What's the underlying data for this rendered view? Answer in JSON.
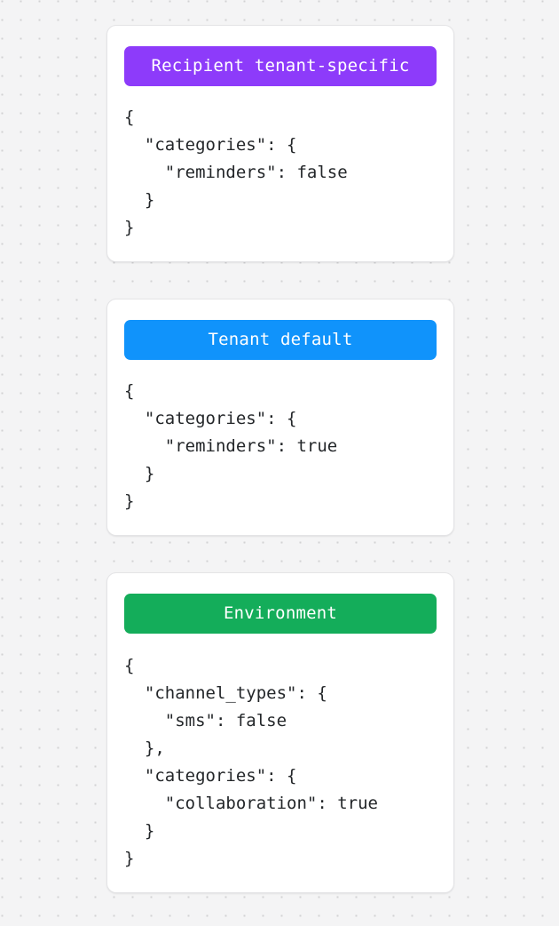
{
  "page": {
    "background_color": "#f4f4f5",
    "dot_color": "#d2d2d4",
    "card_background": "#ffffff",
    "text_color": "#232629"
  },
  "cards": [
    {
      "id": "recipient-tenant-specific",
      "badge_label": "Recipient tenant-specific",
      "badge_color": "#8d3bfa",
      "json_text": "{\n  \"categories\": {\n    \"reminders\": false\n  }\n}"
    },
    {
      "id": "tenant-default",
      "badge_label": "Tenant default",
      "badge_color": "#1093fb",
      "json_text": "{\n  \"categories\": {\n    \"reminders\": true\n  }\n}"
    },
    {
      "id": "environment",
      "badge_label": "Environment",
      "badge_color": "#14ad5a",
      "json_text": "{\n  \"channel_types\": {\n    \"sms\": false\n  },\n  \"categories\": {\n    \"collaboration\": true\n  }\n}"
    }
  ]
}
